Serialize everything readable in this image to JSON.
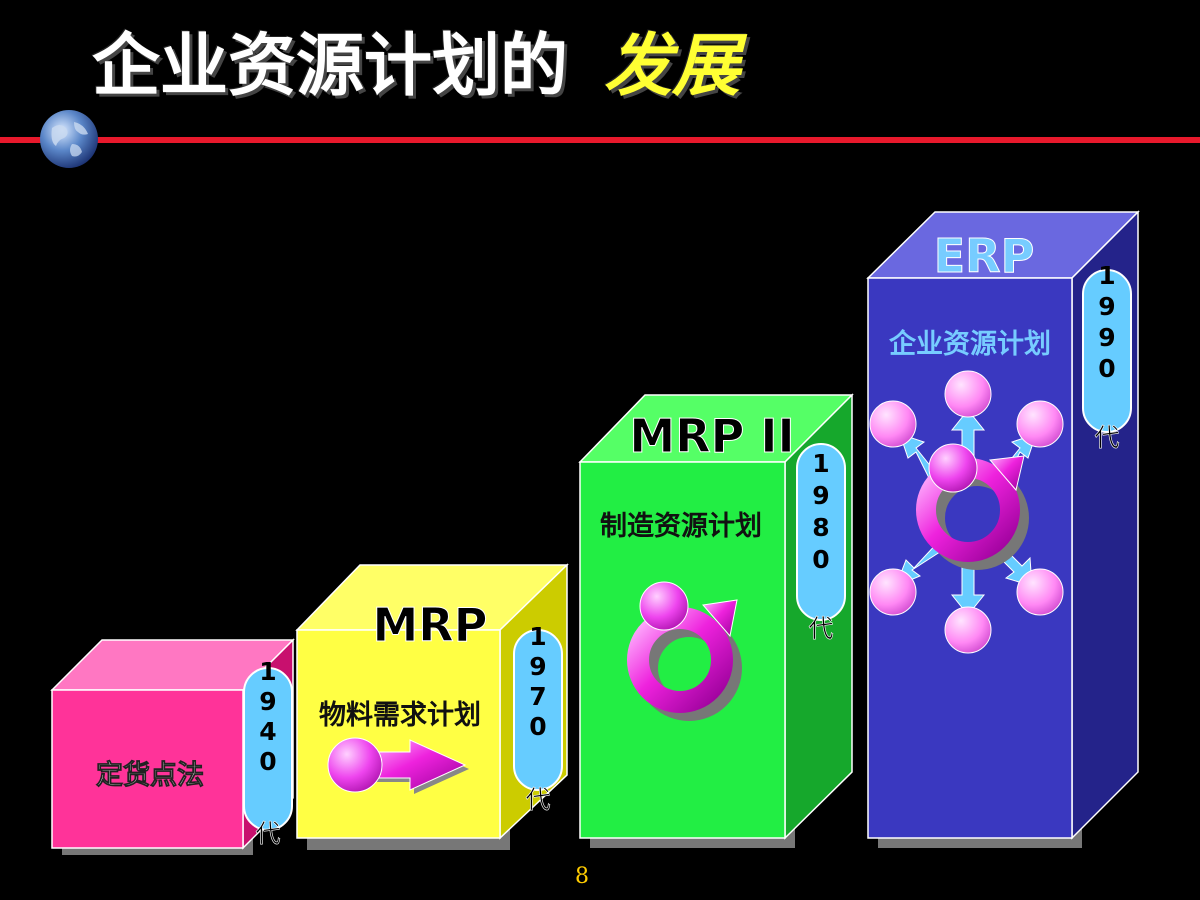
{
  "title": {
    "main": "企业资源计划的",
    "highlight": "发展"
  },
  "page_number": "8",
  "colors": {
    "background": "#000000",
    "rule": "#e8192c",
    "title_highlight": "#ffff33",
    "pink_box": "#ff3399",
    "yellow_box": "#ffff44",
    "green_box": "#22ee44",
    "blue_box": "#3a38c0",
    "magenta_node": "#ee22dd",
    "cyan_arrow": "#66ccff"
  },
  "stages": [
    {
      "id": "reorder-point",
      "heading": "",
      "label": "定货点法",
      "era_digits": [
        "1",
        "9",
        "4",
        "0"
      ],
      "era_suffix": "代",
      "icon": "none"
    },
    {
      "id": "mrp",
      "heading": "MRP",
      "label": "物料需求计划",
      "era_digits": [
        "1",
        "9",
        "7",
        "0"
      ],
      "era_suffix": "代",
      "icon": "arrow-icon"
    },
    {
      "id": "mrp2",
      "heading": "MRP II",
      "label": "制造资源计划",
      "era_digits": [
        "1",
        "9",
        "8",
        "0"
      ],
      "era_suffix": "代",
      "icon": "cycle-icon"
    },
    {
      "id": "erp",
      "heading": "ERP",
      "label": "企业资源计划",
      "era_digits": [
        "1",
        "9",
        "9",
        "0"
      ],
      "era_suffix": "代",
      "icon": "hub-icon"
    }
  ]
}
